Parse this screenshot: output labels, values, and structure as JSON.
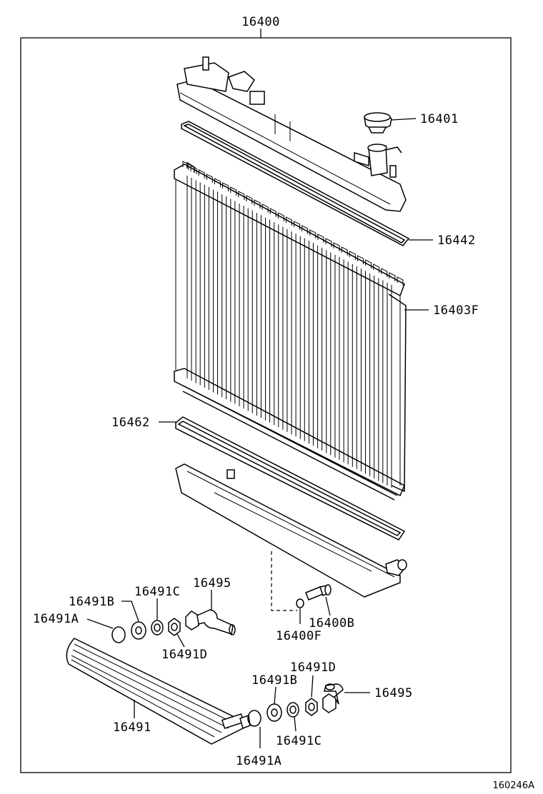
{
  "diagram": {
    "assembly_label": "16400",
    "reference_code": "160246A",
    "labels": {
      "cap": "16401",
      "upper_gasket": "16442",
      "core": "16403F",
      "lower_gasket": "16462",
      "drain_cock_plug": "16400B",
      "drain_oring": "16400F",
      "oil_cooler": "16491",
      "gasket_a_upper": "16491A",
      "washer_b_upper": "16491B",
      "washer_c_upper": "16491C",
      "nut_d_upper": "16491D",
      "hose_upper": "16495",
      "gasket_a_lower": "16491A",
      "washer_b_lower": "16491B",
      "washer_c_lower": "16491C",
      "nut_d_lower": "16491D",
      "hose_lower": "16495"
    }
  }
}
